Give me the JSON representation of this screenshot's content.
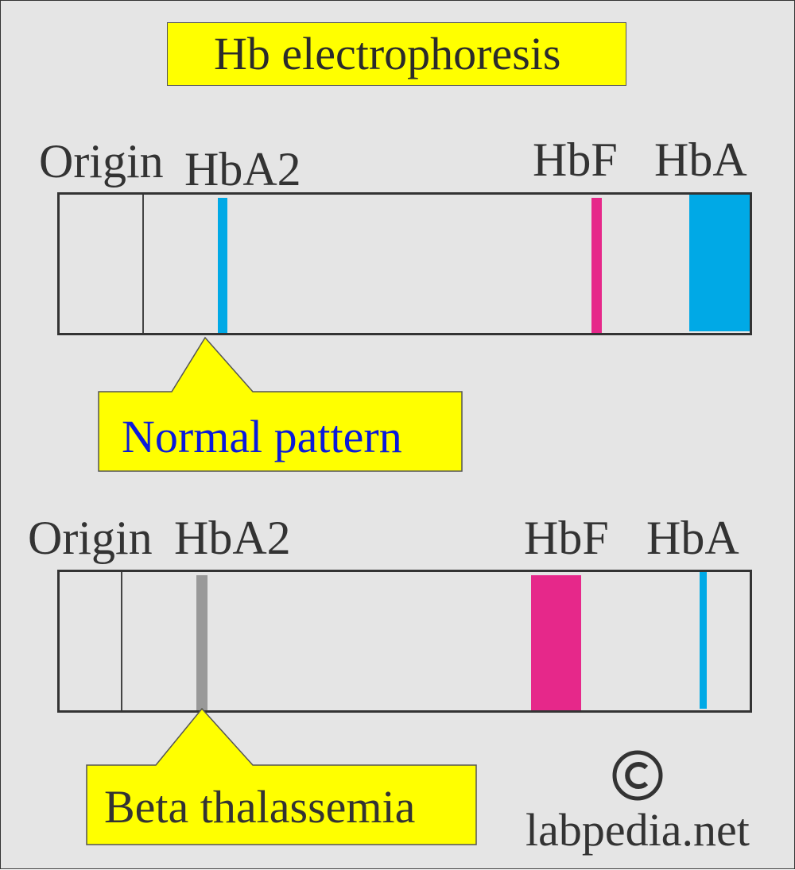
{
  "title": "Hb electrophoresis",
  "panels": [
    {
      "labels": {
        "origin": "Origin",
        "hba2": "HbA2",
        "hbf": "HbF",
        "hba": "HbA"
      },
      "callout": "Normal pattern",
      "bands": [
        {
          "name": "HbA2",
          "color": "#00a9e6"
        },
        {
          "name": "HbF",
          "color": "#e6288a"
        },
        {
          "name": "HbA",
          "color": "#00a9e6"
        }
      ],
      "callout_text_color": "#0a1adb"
    },
    {
      "labels": {
        "origin": "Origin",
        "hba2": "HbA2",
        "hbf": "HbF",
        "hba": "HbA"
      },
      "callout": "Beta thalassemia",
      "bands": [
        {
          "name": "HbA2",
          "color": "#999999"
        },
        {
          "name": "HbF",
          "color": "#e6288a"
        },
        {
          "name": "HbA",
          "color": "#00a9e6"
        }
      ],
      "callout_text_color": "#333333"
    }
  ],
  "watermark": {
    "symbol": "©",
    "site": "labpedia.net"
  }
}
